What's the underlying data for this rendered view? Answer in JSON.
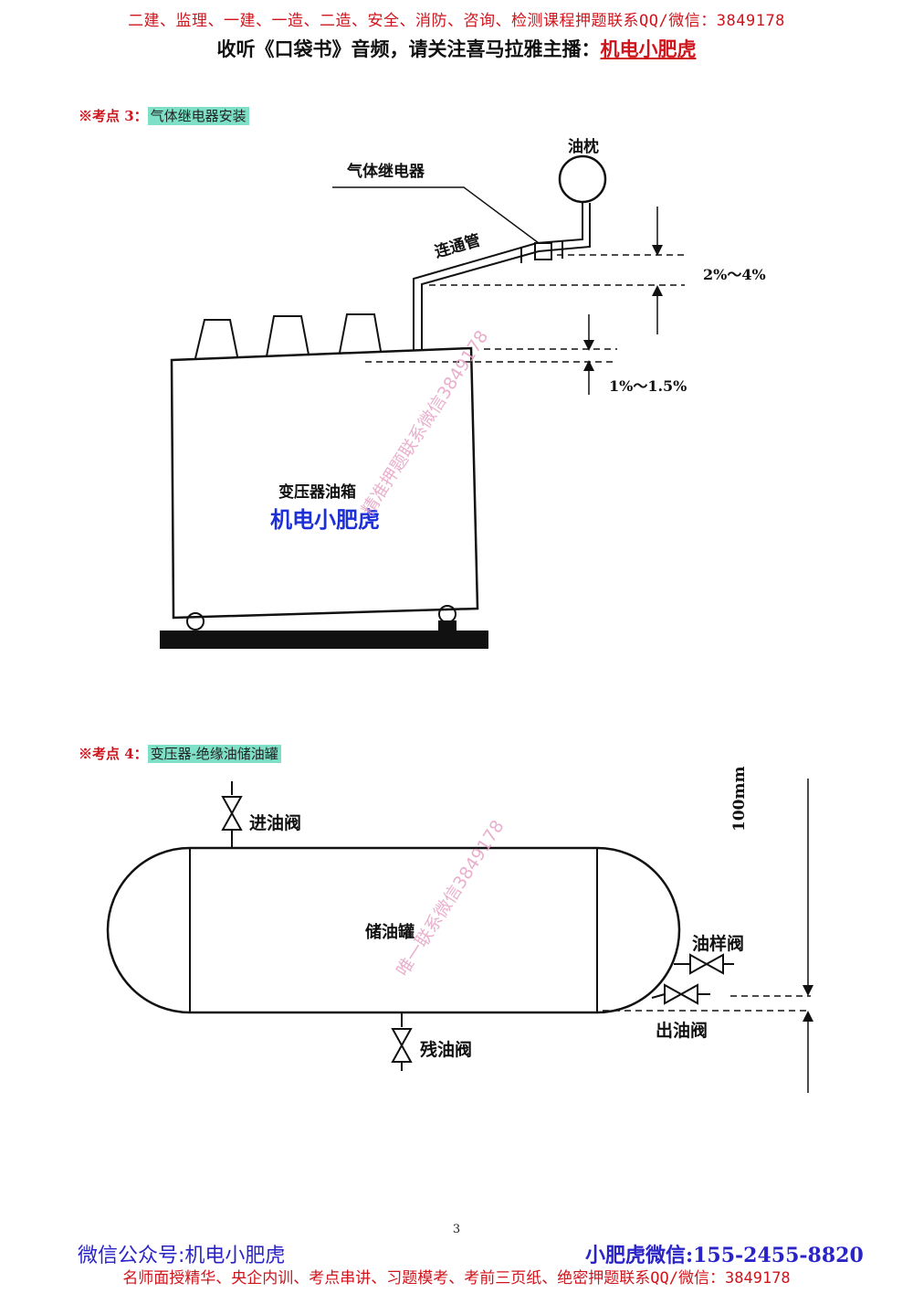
{
  "header": {
    "promo_line": "二建、监理、一建、一造、二造、安全、消防、咨询、检测课程押题联系QQ/微信：3849178",
    "audio_prefix": "收听《口袋书》音频，请关注喜马拉雅主播：",
    "anchor_name": "机电小肥虎"
  },
  "section3": {
    "marker": "※考点 3：",
    "title": "气体继电器安装",
    "labels": {
      "conservator": "油枕",
      "gas_relay": "气体继电器",
      "connecting_pipe": "连通管",
      "slope_pipe": "2%～4%",
      "slope_tank": "1%～1.5%",
      "tank": "变压器油箱"
    },
    "watermark_name": "机电小肥虎",
    "watermark_diag": "精准押题联系微信3849178"
  },
  "section4": {
    "marker": "※考点 4：",
    "title": "变压器-绝缘油储油罐",
    "labels": {
      "inlet_valve": "进油阀",
      "tank": "储油罐",
      "sample_valve": "油样阀",
      "outlet_valve": "出油阀",
      "residual_valve": "残油阀",
      "height": "100mm"
    },
    "watermark_diag": "唯一联系微信3849178"
  },
  "page_number": "3",
  "footer": {
    "wechat_public": "微信公众号:机电小肥虎",
    "wechat_contact": "小肥虎微信:155-2455-8820",
    "promo_line": "名师面授精华、央企内训、考点串讲、习题模考、考前三页纸、绝密押题联系QQ/微信：3849178"
  },
  "colors": {
    "red": "#d0141c",
    "blue": "#2a23c8",
    "highlight": "#7ee0c6",
    "watermark_pink": "#e6a3c5"
  }
}
